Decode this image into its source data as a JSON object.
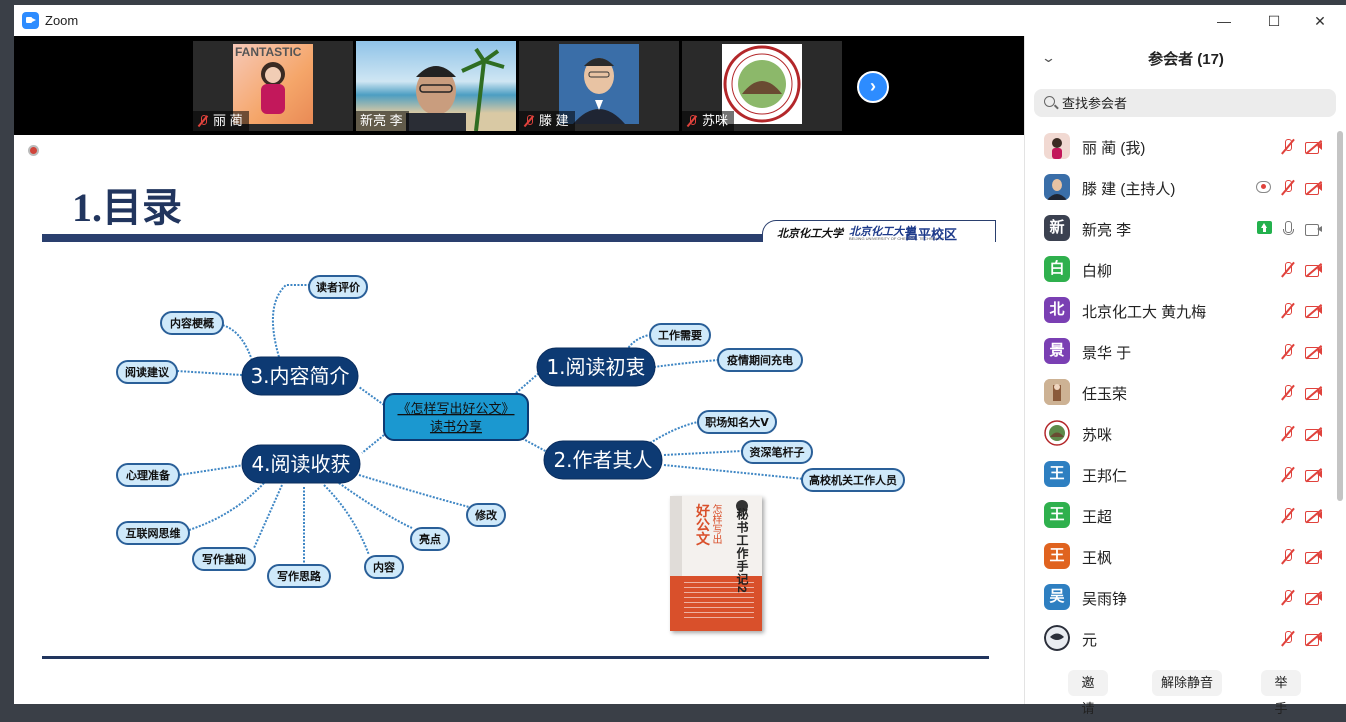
{
  "window": {
    "title": "Zoom",
    "controls": {
      "minimize": "—",
      "maximize": "☐",
      "close": "✕"
    }
  },
  "video_strip": {
    "thumbs": [
      {
        "name": "丽 蔺",
        "muted": true,
        "active": false,
        "overlay_text": "FANTASTIC"
      },
      {
        "name": "新亮 李",
        "muted": false,
        "active": true
      },
      {
        "name": "滕 建",
        "muted": true,
        "active": false
      },
      {
        "name": "苏咪",
        "muted": true,
        "active": false
      }
    ],
    "next_label": "›"
  },
  "slide": {
    "title": "1.目录",
    "logo_text_a": "北京化工大学",
    "logo_text_b": "北京化工大学",
    "logo_subtext": "BEIJING UNIVERSITY OF CHEMICAL TECHNOLOGY",
    "logo_campus": "昌平校区",
    "mindmap": {
      "center": [
        "《怎样写出好公文》",
        "读书分享"
      ],
      "branches": [
        {
          "label": "1.阅读初衷",
          "leaves": [
            "工作需要",
            "疫情期间充电"
          ]
        },
        {
          "label": "2.作者其人",
          "leaves": [
            "职场知名大V",
            "资深笔杆子",
            "高校机关工作人员"
          ]
        },
        {
          "label": "3.内容简介",
          "leaves": [
            "读者评价",
            "内容梗概",
            "阅读建议"
          ]
        },
        {
          "label": "4.阅读收获",
          "leaves": [
            "心理准备",
            "互联网思维",
            "写作基础",
            "写作思路",
            "内容",
            "亮点",
            "修改"
          ]
        }
      ]
    },
    "book": {
      "title_small": "怎样写出",
      "title_big": "好公文",
      "series": "秘书工作手记2"
    }
  },
  "participants_panel": {
    "title": "参会者 (17)",
    "search_placeholder": "查找参会者",
    "participants": [
      {
        "name": "丽 蔺 (我)",
        "avatar_text": "",
        "avatar_color": "#f1d9d2",
        "mic": "muted",
        "video": "off",
        "extra": ""
      },
      {
        "name": "滕 建 (主持人)",
        "avatar_text": "",
        "avatar_color": "#b8c4d6",
        "mic": "muted",
        "video": "off",
        "extra": "cloud-record"
      },
      {
        "name": "新亮 李",
        "avatar_text": "新",
        "avatar_color": "#3b4150",
        "mic": "on",
        "video": "on",
        "extra": "share"
      },
      {
        "name": "白柳",
        "avatar_text": "白",
        "avatar_color": "#2fb04d",
        "mic": "muted",
        "video": "off",
        "extra": ""
      },
      {
        "name": "北京化工大 黄九梅",
        "avatar_text": "北",
        "avatar_color": "#7a3fb3",
        "mic": "muted",
        "video": "off",
        "extra": ""
      },
      {
        "name": "景华 于",
        "avatar_text": "景",
        "avatar_color": "#7a3fb3",
        "mic": "muted",
        "video": "off",
        "extra": ""
      },
      {
        "name": "任玉荣",
        "avatar_text": "",
        "avatar_color": "#d9c0a8",
        "mic": "muted",
        "video": "off",
        "extra": ""
      },
      {
        "name": "苏咪",
        "avatar_text": "",
        "avatar_color": "#5e8a4a",
        "mic": "muted",
        "video": "off",
        "extra": ""
      },
      {
        "name": "王邦仁",
        "avatar_text": "王",
        "avatar_color": "#2e7fc1",
        "mic": "muted",
        "video": "off",
        "extra": ""
      },
      {
        "name": "王超",
        "avatar_text": "王",
        "avatar_color": "#2fb04d",
        "mic": "muted",
        "video": "off",
        "extra": ""
      },
      {
        "name": "王枫",
        "avatar_text": "王",
        "avatar_color": "#e0631f",
        "mic": "muted",
        "video": "off",
        "extra": ""
      },
      {
        "name": "吴雨铮",
        "avatar_text": "吴",
        "avatar_color": "#2e7fc1",
        "mic": "muted",
        "video": "off",
        "extra": ""
      },
      {
        "name": "元",
        "avatar_text": "",
        "avatar_color": "#d5d9e2",
        "mic": "muted",
        "video": "off",
        "extra": ""
      }
    ],
    "buttons": {
      "invite": "邀请",
      "unmute_all": "解除静音",
      "raise_hand": "举手"
    }
  }
}
